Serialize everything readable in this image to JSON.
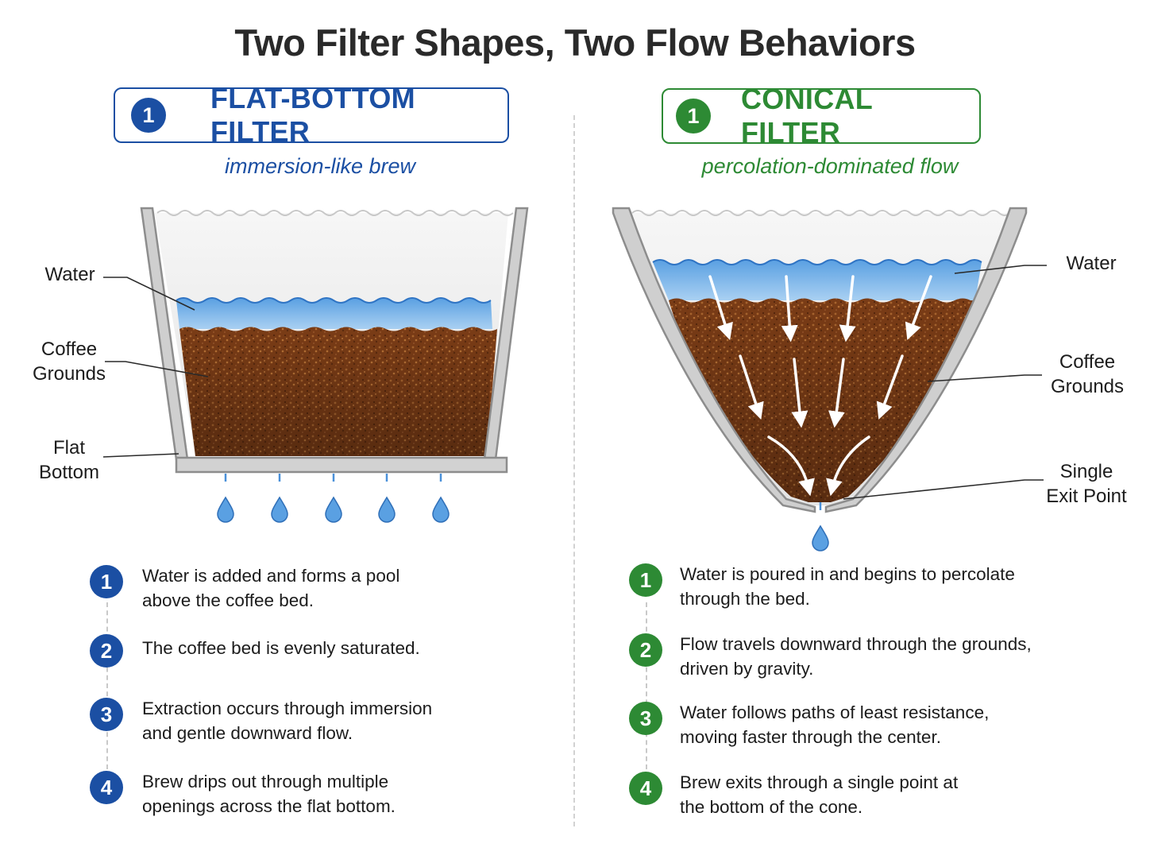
{
  "title": "Two Filter Shapes, Two Flow Behaviors",
  "colors": {
    "flat_accent": "#1b4fa3",
    "conical_accent": "#2d8a34",
    "water": "#4a90d9",
    "grounds": "#6a3412"
  },
  "flat": {
    "number": "1",
    "heading": "FLAT-BOTTOM FILTER",
    "subtitle": "immersion-like brew",
    "labels": {
      "water": "Water",
      "grounds_line1": "Coffee",
      "grounds_line2": "Grounds",
      "bottom_line1": "Flat",
      "bottom_line2": "Bottom"
    },
    "steps": [
      {
        "num": "1",
        "line1": "Water is added and forms a pool",
        "line2": "above the coffee bed."
      },
      {
        "num": "2",
        "line1": "The coffee bed is evenly saturated.",
        "line2": ""
      },
      {
        "num": "3",
        "line1": "Extraction occurs through immersion",
        "line2": "and gentle downward flow."
      },
      {
        "num": "4",
        "line1": "Brew drips out through multiple",
        "line2": "openings across the flat bottom."
      }
    ]
  },
  "conical": {
    "number": "1",
    "heading": "CONICAL FILTER",
    "subtitle": "percolation-dominated flow",
    "labels": {
      "water": "Water",
      "grounds_line1": "Coffee",
      "grounds_line2": "Grounds",
      "exit_line1": "Single",
      "exit_line2": "Exit Point"
    },
    "steps": [
      {
        "num": "1",
        "line1": "Water is poured in and begins to percolate",
        "line2": "through the bed."
      },
      {
        "num": "2",
        "line1": "Flow travels downward through the grounds,",
        "line2": "driven by gravity."
      },
      {
        "num": "3",
        "line1": "Water follows paths of least resistance,",
        "line2": "moving faster through the center."
      },
      {
        "num": "4",
        "line1": "Brew exits through a single point at",
        "line2": "the bottom of the cone."
      }
    ]
  }
}
